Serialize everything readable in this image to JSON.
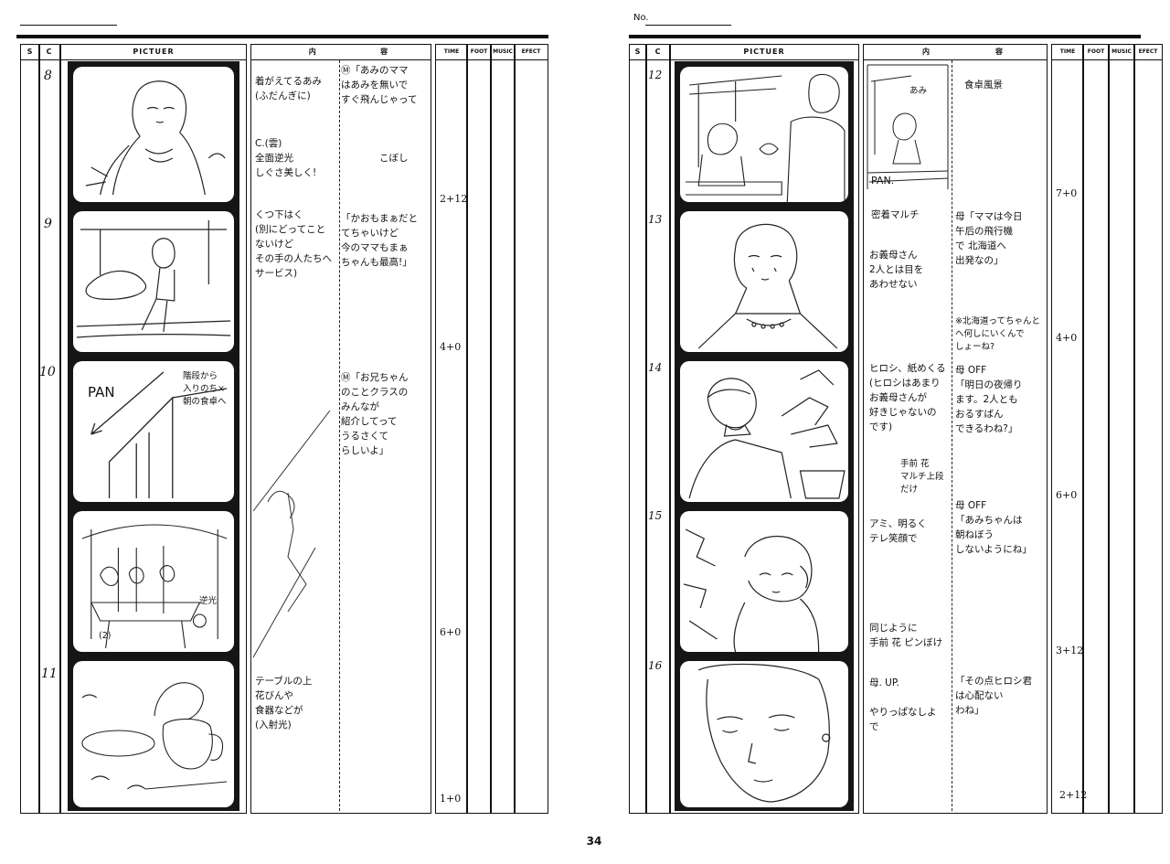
{
  "page_number": "34",
  "left": {
    "header": {
      "s": "S",
      "c": "C",
      "picture": "PICTUER",
      "naiyo_1": "内",
      "naiyo_2": "容",
      "time": "TIME",
      "foot": "FOOT",
      "music": "MUSIC",
      "effect": "EFECT"
    },
    "scenes": [
      {
        "num": "8",
        "time": "2+12"
      },
      {
        "num": "9",
        "time": "4+0"
      },
      {
        "num": "10",
        "time": "6+0"
      },
      {
        "num": "11",
        "time": "1+0"
      }
    ],
    "panel_texts": {
      "pan": "PAN",
      "note10": "階段から\n入りのち×\n朝の食卓へ",
      "note10b": "逆光",
      "p10_mark": "(2)"
    },
    "notes": [
      "着がえてるあみ\n(ふだんぎに)",
      "C.(雲)\n全面逆光\nしぐさ美しく!",
      "くつ下はく\n(別にどってこと\nないけど\nその手の人たちへ\nサービス)",
      "テーブルの上\n花びんや\n食器などが\n(入射光)"
    ],
    "dialogues": [
      "Ⓜ「あみのママ\nはあみを無いで\nすぐ飛んじゃって",
      "こぼし",
      "「かおもまぁだと\nてちゃいけど\n今のママもまぁ\nちゃんも最高!」",
      "Ⓜ「お兄ちゃん\nのことクラスの\nみんなが\n紹介してって\nうるさくて\nらしいよ」"
    ]
  },
  "right": {
    "no_label": "No.",
    "header": {
      "s": "S",
      "c": "C",
      "picture": "PICTUER",
      "naiyo_1": "内",
      "naiyo_2": "容",
      "time": "TIME",
      "foot": "FOOT",
      "music": "MUSIC",
      "effect": "EFECT"
    },
    "scenes": [
      {
        "num": "12",
        "time": "7+0"
      },
      {
        "num": "13",
        "time": "4+0"
      },
      {
        "num": "14",
        "time": "6+0"
      },
      {
        "num": "15",
        "time": "3+12"
      },
      {
        "num": "16",
        "time": "2+12"
      }
    ],
    "sketch_labels": {
      "ami": "あみ",
      "pan": "PAN."
    },
    "notes": [
      "食卓風景",
      "密着マルチ",
      "お義母さん\n2人とは目を\nあわせない",
      "ヒロシ、紙めくる\n(ヒロシはあまり\nお義母さんが\n好きじゃないの\nです)",
      "手前 花\nマルチ上段\nだけ",
      "アミ、明るく\nテレ笑顔で",
      "同じように\n手前 花 ピンぼけ",
      "母. UP.\n\nやりっぱなしよ\nで"
    ],
    "dialogues": [
      "母「ママは今日\n午后の飛行機\nで 北海道へ\n出発なの」",
      "※北海道ってちゃんと\nへ何しにいくんで\nしょーね?",
      "母 OFF\n「明日の夜帰り\nます。2人とも\nおるすばん\nできるわね?」",
      "母 OFF\n「あみちゃんは\n朝ねぼう\nしないようにね」",
      "「その点ヒロシ君\nは心配ない\nわね」"
    ]
  }
}
